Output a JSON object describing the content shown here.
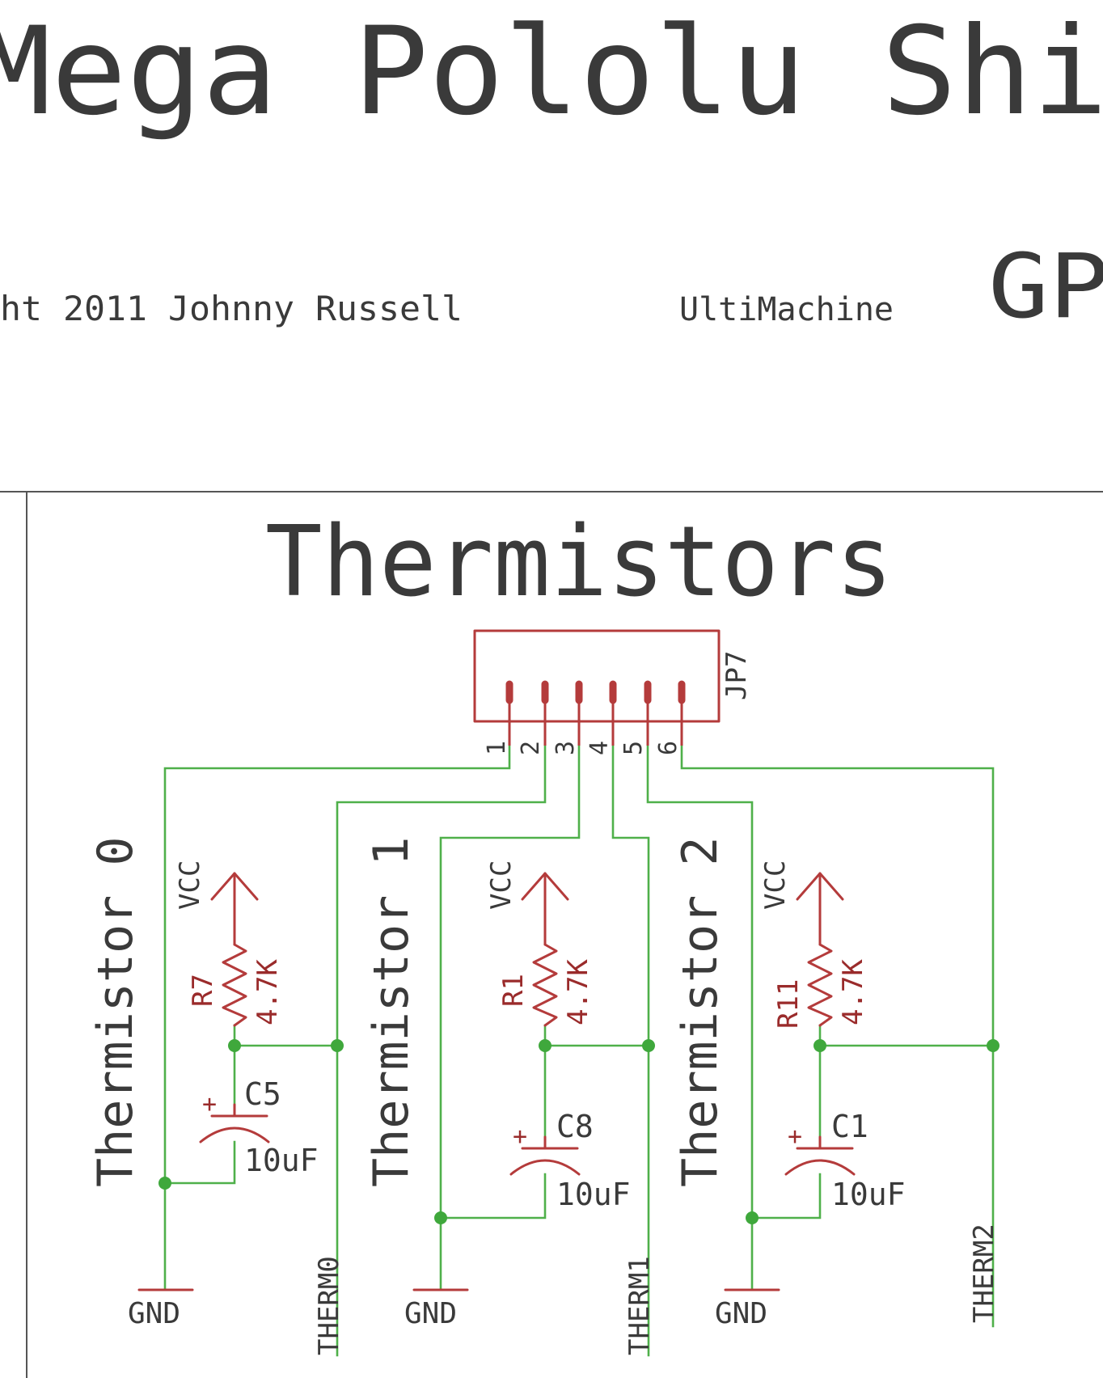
{
  "sheet": {
    "title": "Mega Pololu Shi",
    "copyright": "ht 2011 Johnny Russell",
    "company": "UltiMachine",
    "license_fragment": "GP"
  },
  "section": {
    "title": "Thermistors"
  },
  "connector": {
    "name": "JP7",
    "pins": [
      "1",
      "2",
      "3",
      "4",
      "5",
      "6"
    ]
  },
  "channels": [
    {
      "label": "Thermistor 0",
      "vcc": "VCC",
      "resistor": {
        "name": "R7",
        "value": "4.7K"
      },
      "capacitor": {
        "name": "C5",
        "value": "10uF"
      },
      "gnd": "GND",
      "signal": "THERM0"
    },
    {
      "label": "Thermistor 1",
      "vcc": "VCC",
      "resistor": {
        "name": "R1",
        "value": "4.7K"
      },
      "capacitor": {
        "name": "C8",
        "value": "10uF"
      },
      "gnd": "GND",
      "signal": "THERM1"
    },
    {
      "label": "Thermistor 2",
      "vcc": "VCC",
      "resistor": {
        "name": "R11",
        "value": "4.7K"
      },
      "capacitor": {
        "name": "C1",
        "value": "10uF"
      },
      "gnd": "GND",
      "signal": "THERM2"
    }
  ],
  "symbols": {
    "cap_polarity": "+"
  },
  "colors": {
    "wire": "#4fb04a",
    "component": "#b43b3b",
    "text": "#3a3a3a"
  }
}
